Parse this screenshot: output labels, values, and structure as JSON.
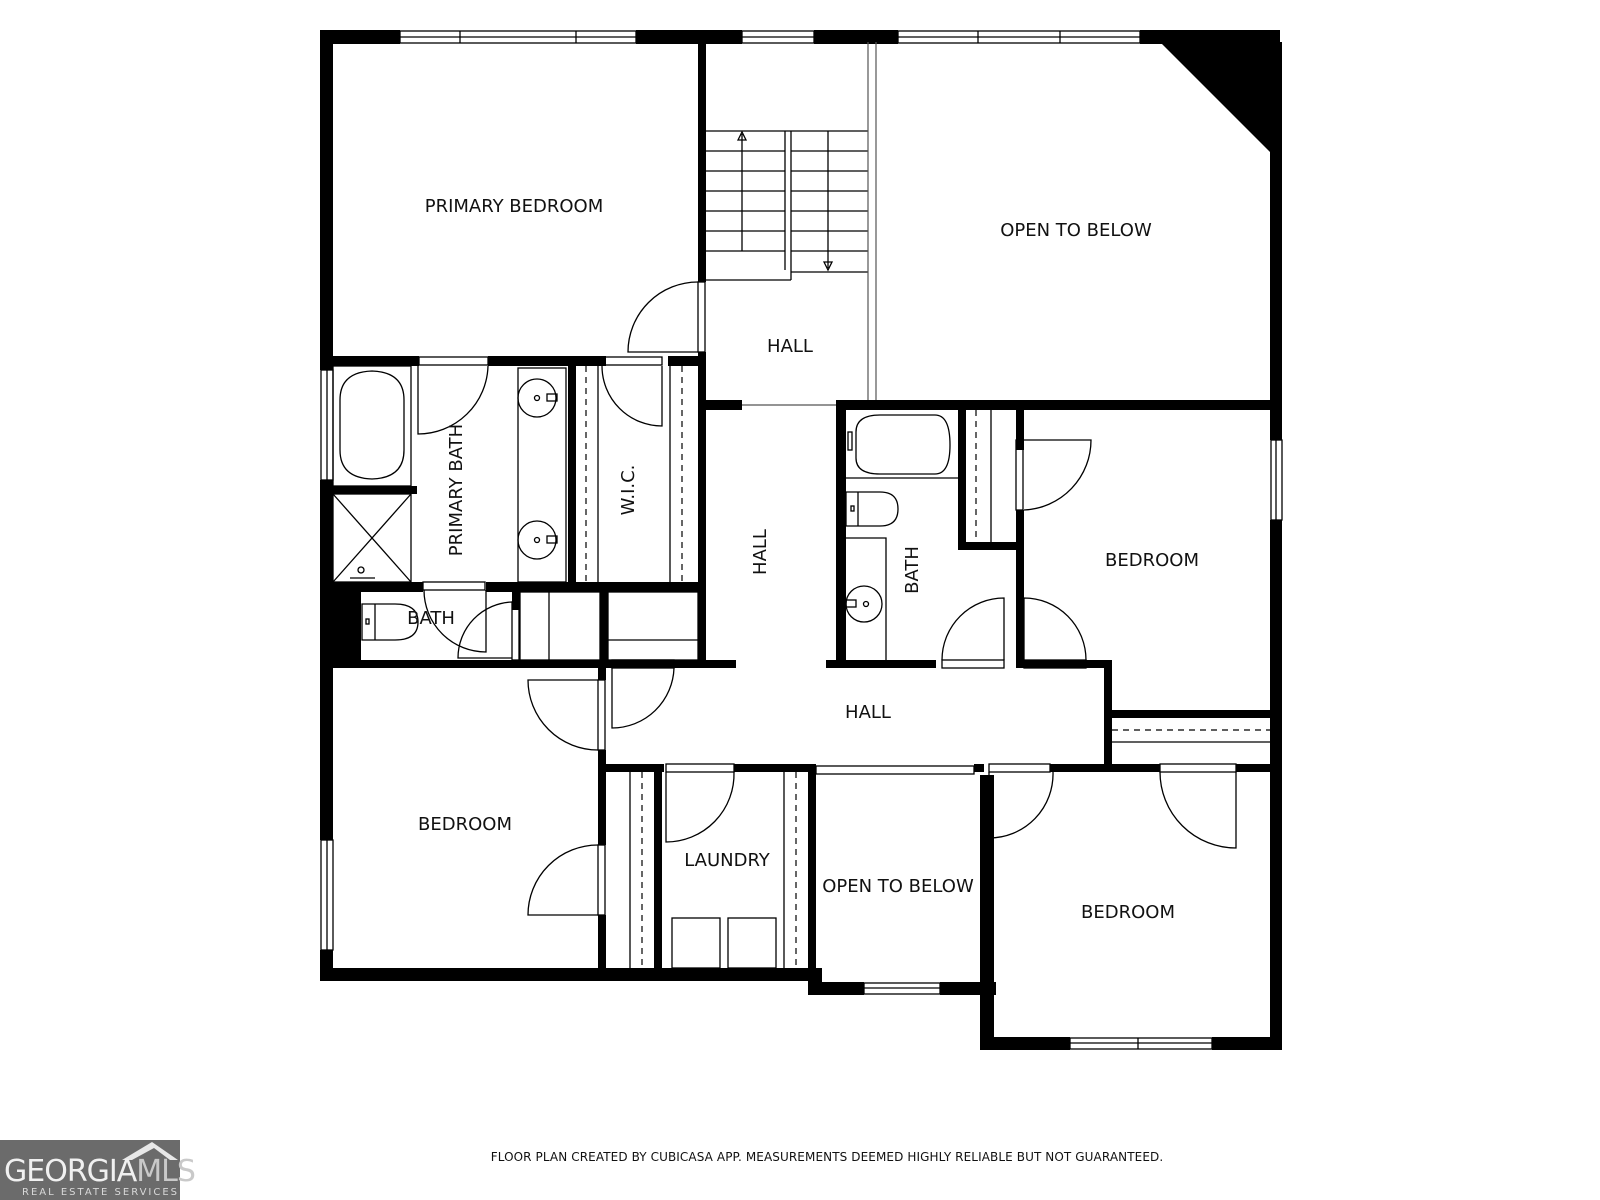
{
  "floor_plan": {
    "rooms": [
      {
        "id": "primary-bedroom",
        "label": "PRIMARY BEDROOM"
      },
      {
        "id": "hall-top",
        "label": "HALL"
      },
      {
        "id": "open-to-below-top",
        "label": "OPEN TO BELOW"
      },
      {
        "id": "primary-bath",
        "label": "PRIMARY BATH"
      },
      {
        "id": "wic",
        "label": "W.I.C."
      },
      {
        "id": "hall-vertical",
        "label": "HALL"
      },
      {
        "id": "bath-right",
        "label": "BATH"
      },
      {
        "id": "bedroom-right",
        "label": "BEDROOM"
      },
      {
        "id": "bath-small",
        "label": "BATH"
      },
      {
        "id": "hall-center",
        "label": "HALL"
      },
      {
        "id": "bedroom-left",
        "label": "BEDROOM"
      },
      {
        "id": "laundry",
        "label": "LAUNDRY"
      },
      {
        "id": "open-to-below-bottom",
        "label": "OPEN TO BELOW"
      },
      {
        "id": "bedroom-bottom-right",
        "label": "BEDROOM"
      }
    ]
  },
  "footer": {
    "disclaimer": "FLOOR PLAN CREATED BY CUBICASA APP. MEASUREMENTS DEEMED HIGHLY RELIABLE BUT NOT GUARANTEED."
  },
  "logo": {
    "brand_main": "GEORGIA",
    "brand_accent": "MLS",
    "tagline": "REAL ESTATE SERVICES"
  },
  "colors": {
    "wall": "#000000",
    "background": "#ffffff",
    "logo_bg": "#6b6b6b"
  }
}
